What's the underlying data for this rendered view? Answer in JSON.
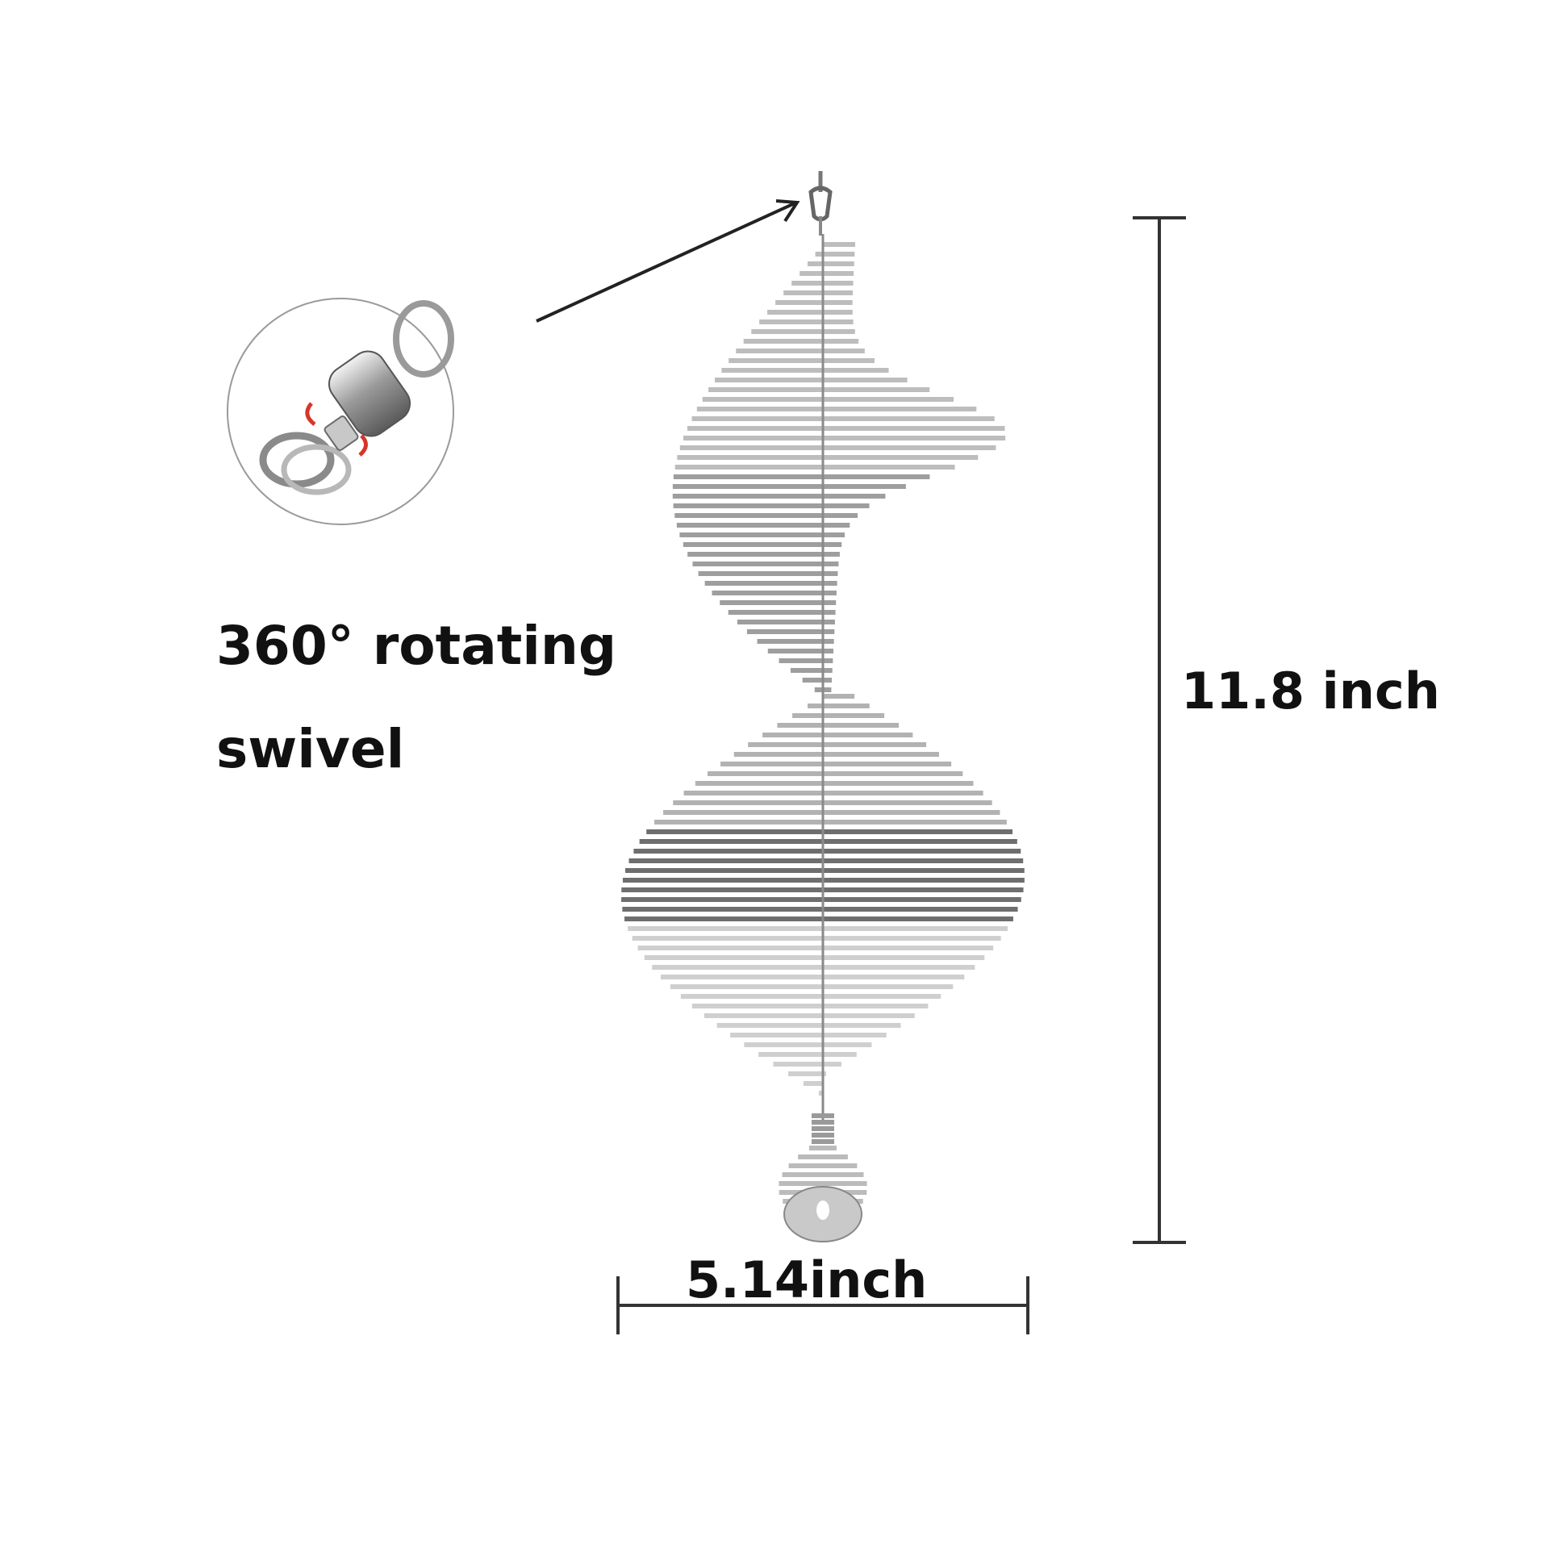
{
  "feature": {
    "line1": "360° rotating",
    "line2": "swivel"
  },
  "dimensions": {
    "height": "11.8 inch",
    "width": "5.14inch"
  },
  "colors": {
    "background": "#ffffff",
    "text": "#111111",
    "metal_light": "#e4e4e4",
    "metal_mid": "#a8a8a8",
    "metal_dark": "#2e2e2e",
    "swivel_arrow": "#d6352a"
  },
  "icons": {
    "swivel_detail": "swivel-closeup-icon",
    "spinner": "spiral-wind-spinner-icon",
    "pointer": "pointer-arrow-icon"
  }
}
